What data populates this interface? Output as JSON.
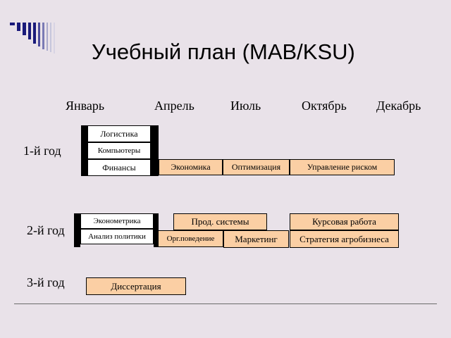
{
  "title": "Учебный план (MAB/KSU)",
  "months": [
    "Январь",
    "Апрель",
    "Июль",
    "Октябрь",
    "Декабрь"
  ],
  "years": {
    "y1": "1-й год",
    "y2": "2-й год",
    "y3": "3-й год"
  },
  "year1": {
    "logistics": "Логистика",
    "computers": "Компьютеры",
    "finance": "Финансы",
    "economics": "Экономика",
    "optimization": "Оптимизация",
    "risk": "Управление риском"
  },
  "year2": {
    "econometrics": "Эконометрика",
    "policy": "Анализ политики",
    "prod_systems": "Прод. системы",
    "org_behavior": "Орг.поведение",
    "marketing": "Маркетинг",
    "coursework": "Курсовая работа",
    "agribusiness": "Стратегия агробизнеса"
  },
  "year3": {
    "dissertation": "Диссертация"
  },
  "colors": {
    "background": "#e9e2e9",
    "course_fill": "#fbcfa4",
    "decor": "#1a1a7a"
  }
}
